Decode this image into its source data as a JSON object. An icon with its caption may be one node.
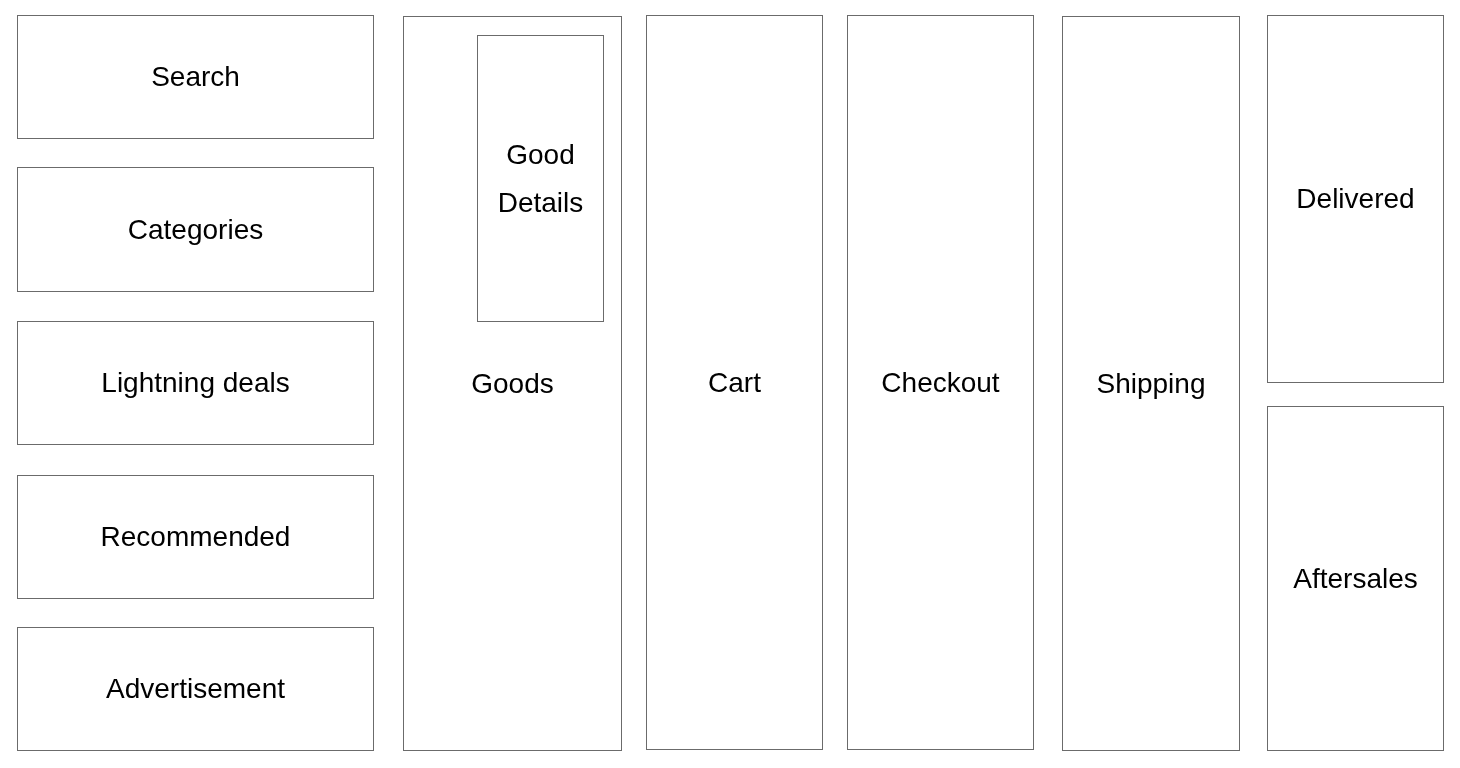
{
  "diagram": {
    "nodes": [
      {
        "text": [
          "Search"
        ]
      },
      {
        "text": [
          "Categories"
        ]
      },
      {
        "text": [
          "Lightning deals"
        ]
      },
      {
        "text": [
          "Recommended"
        ]
      },
      {
        "text": [
          "Advertisement"
        ]
      },
      {
        "text": [
          "Goods"
        ]
      },
      {
        "text": [
          "Good Details"
        ],
        "in": 5
      },
      {
        "text": [
          "Cart"
        ]
      },
      {
        "text": [
          "Checkout"
        ]
      },
      {
        "text": [
          "Shipping"
        ]
      },
      {
        "text": [
          "Delivered"
        ]
      },
      {
        "text": [
          "Aftersales"
        ]
      }
    ]
  }
}
